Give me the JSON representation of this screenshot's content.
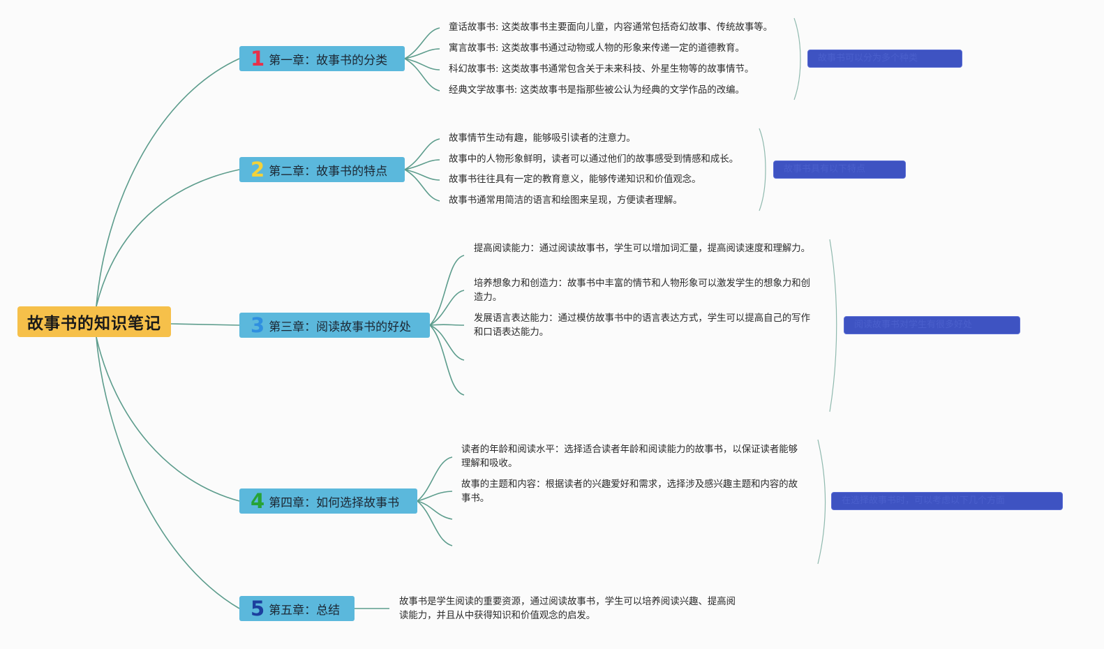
{
  "root": {
    "title": "故事书的知识笔记"
  },
  "chapters": [
    {
      "num": "1",
      "num_color": "#e8304a",
      "title": "第一章：故事书的分类",
      "items": [
        "童话故事书: 这类故事书主要面向儿童，内容通常包括奇幻故事、传统故事等。",
        "寓言故事书: 这类故事书通过动物或人物的形象来传递一定的道德教育。",
        "科幻故事书: 这类故事书通常包含关于未来科技、外星生物等的故事情节。",
        "经典文学故事书: 这类故事书是指那些被公认为经典的文学作品的改编。"
      ],
      "summary": "故事书可以分为多个种类"
    },
    {
      "num": "2",
      "num_color": "#f3d23a",
      "title": "第二章：故事书的特点",
      "items": [
        "故事情节生动有趣，能够吸引读者的注意力。",
        "故事中的人物形象鲜明，读者可以通过他们的故事感受到情感和成长。",
        "故事书往往具有一定的教育意义，能够传递知识和价值观念。",
        "故事书通常用简洁的语言和绘图来呈现，方便读者理解。"
      ],
      "summary": "故事书具有以下特点"
    },
    {
      "num": "3",
      "num_color": "#2f8fe0",
      "title": "第三章：阅读故事书的好处",
      "items": [
        "提高阅读能力：通过阅读故事书，学生可以增加词汇量，提高阅读速度和理解力。",
        "培养想象力和创造力：故事书中丰富的情节和人物形象可以激发学生的想象力和创造力。",
        "发展语言表达能力：通过模仿故事书中的语言表达方式，学生可以提高自己的写作和口语表达能力。"
      ],
      "summary": "阅读故事书对学生有很多好处"
    },
    {
      "num": "4",
      "num_color": "#27a336",
      "title": "第四章：如何选择故事书",
      "items": [
        "读者的年龄和阅读水平：选择适合读者年龄和阅读能力的故事书，以保证读者能够理解和吸收。",
        "故事的主题和内容：根据读者的兴趣爱好和需求，选择涉及感兴趣主题和内容的故事书。"
      ],
      "summary": "在选择故事书时，可以考虑以下几个方面"
    },
    {
      "num": "5",
      "num_color": "#1c3f9e",
      "title": "第五章：总结",
      "items": [
        "故事书是学生阅读的重要资源，通过阅读故事书，学生可以培养阅读兴趣、提高阅读能力，并且从中获得知识和价值观念的启发。"
      ],
      "summary": ""
    }
  ],
  "colors": {
    "line": "#5c9c8c",
    "root": "#f6c04a",
    "chapter": "#5bb8dc",
    "summary": "#3e53c2"
  }
}
